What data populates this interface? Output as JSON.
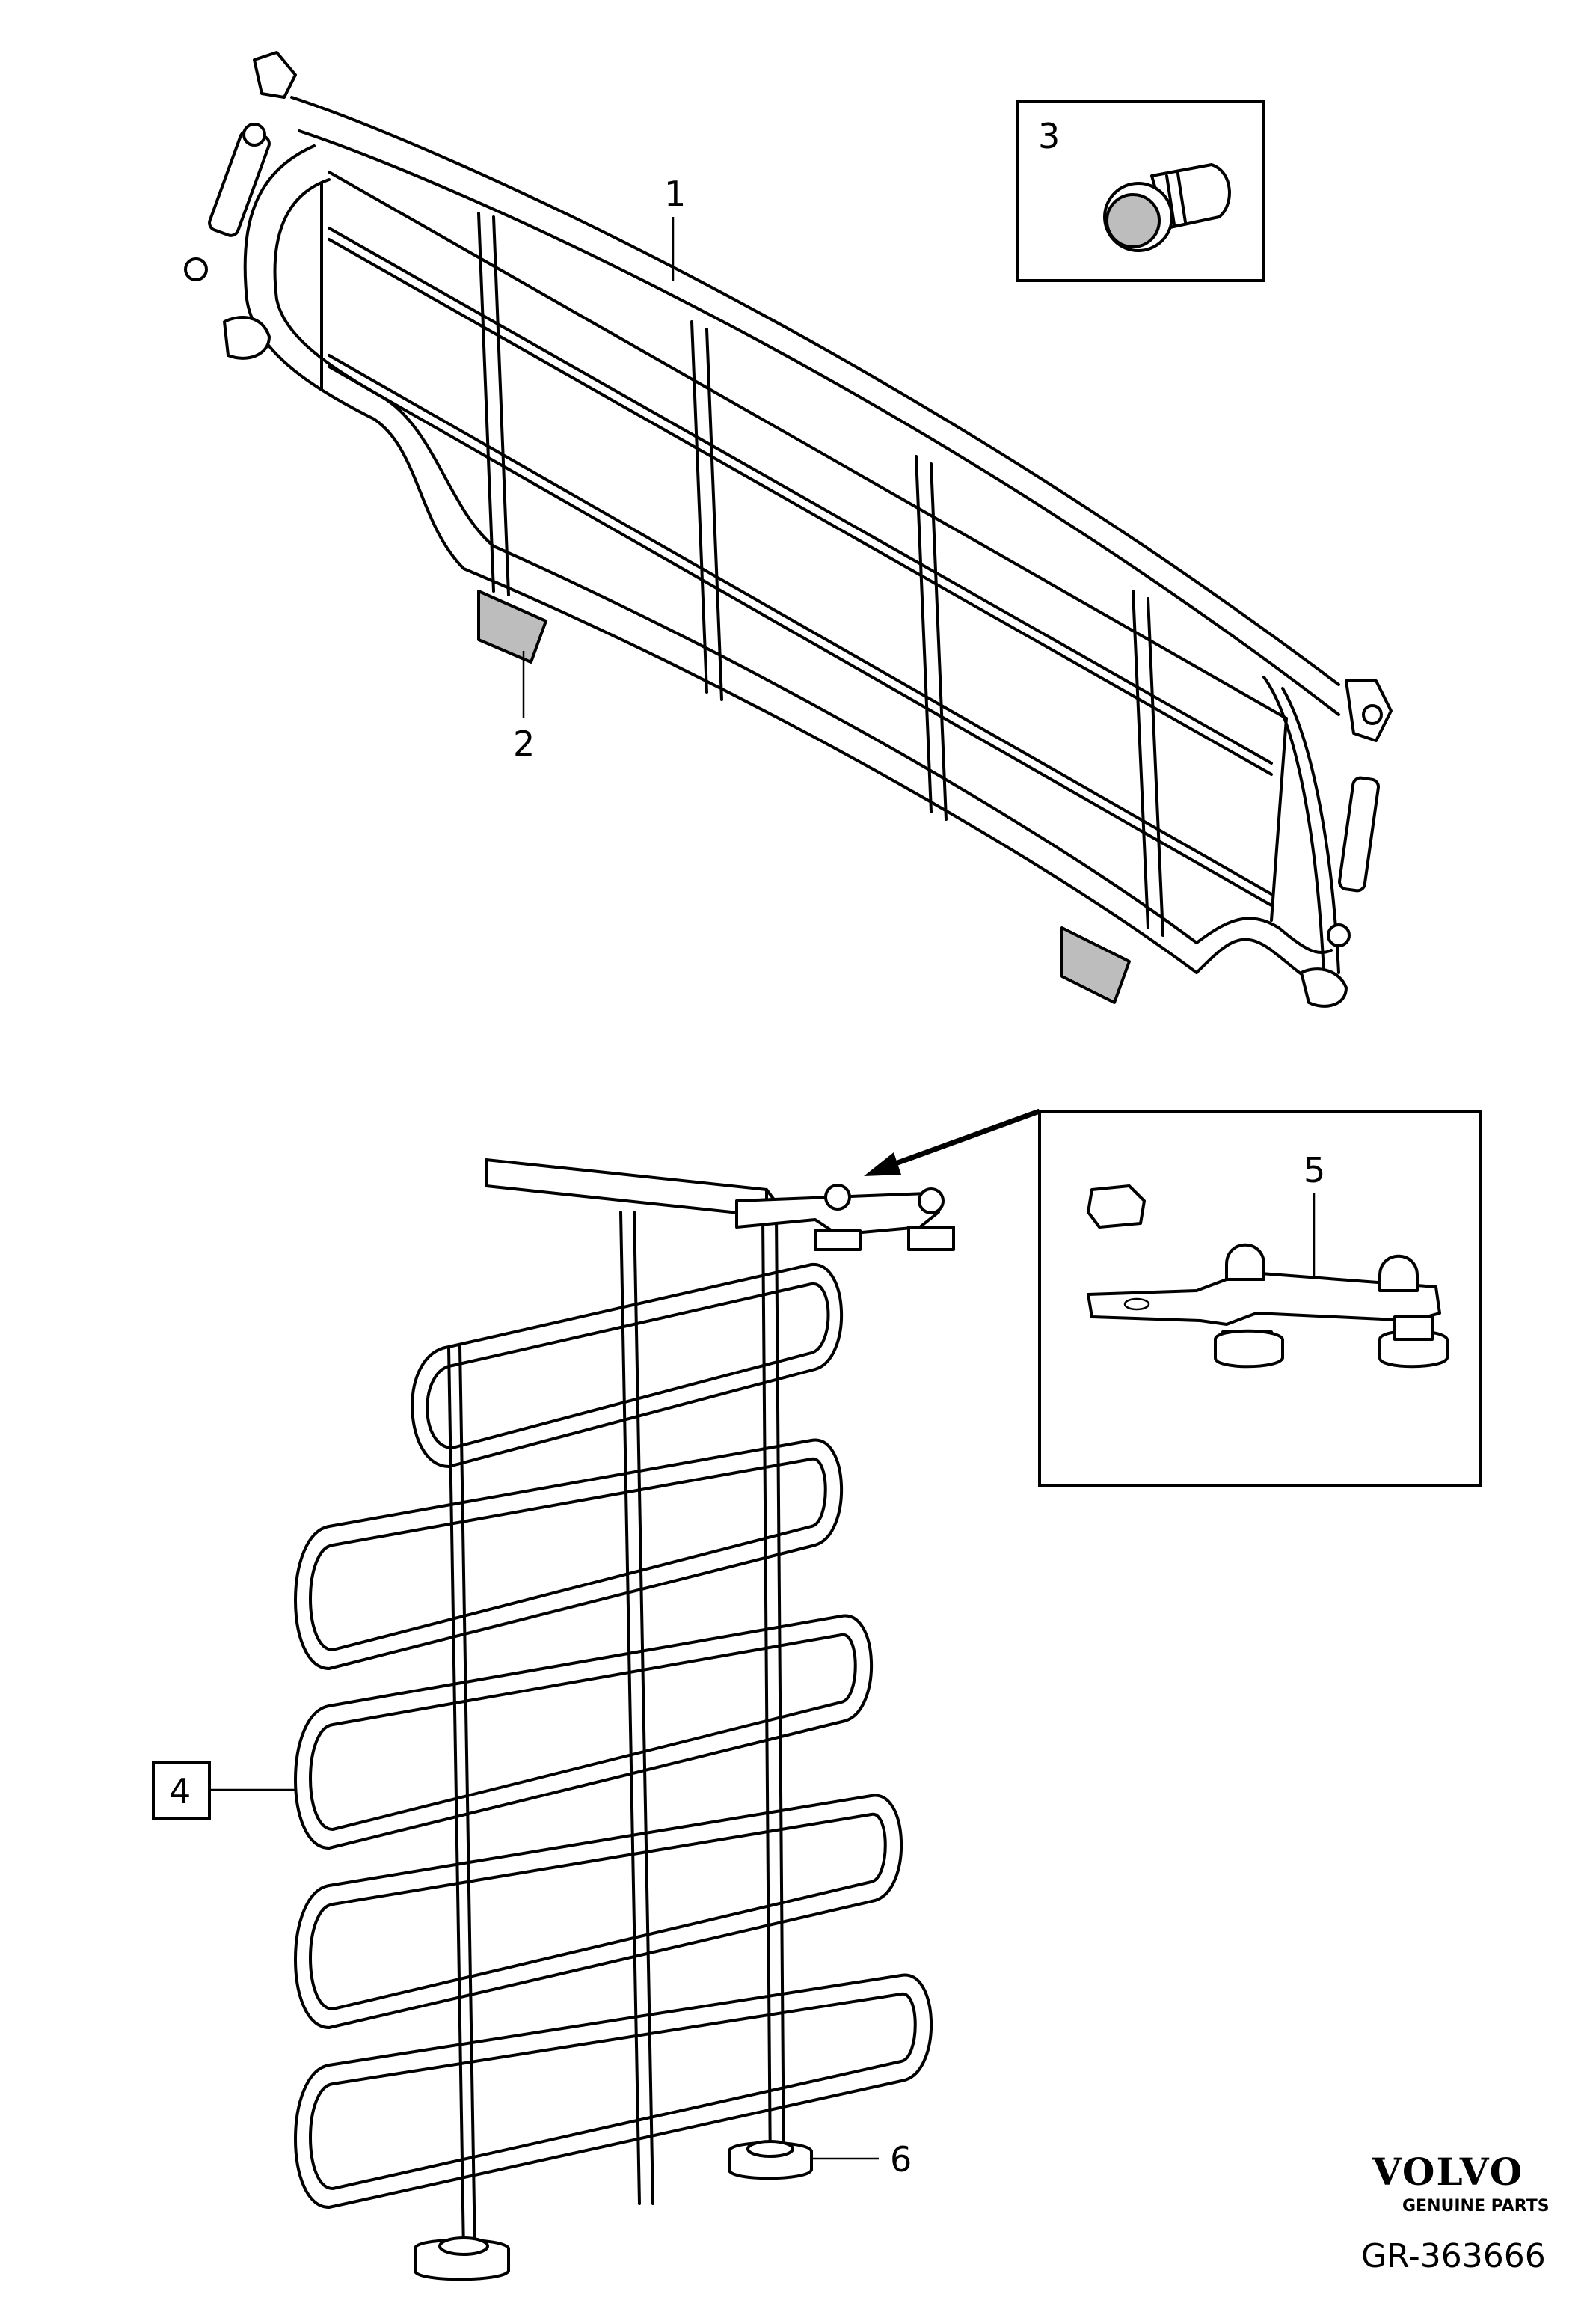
{
  "callouts": {
    "c1": "1",
    "c2": "2",
    "c3": "3",
    "c4": "4",
    "c5": "5",
    "c6": "6"
  },
  "brand": {
    "name": "VOLVO",
    "tagline": "GENUINE PARTS"
  },
  "diagram_code": "GR-363666"
}
